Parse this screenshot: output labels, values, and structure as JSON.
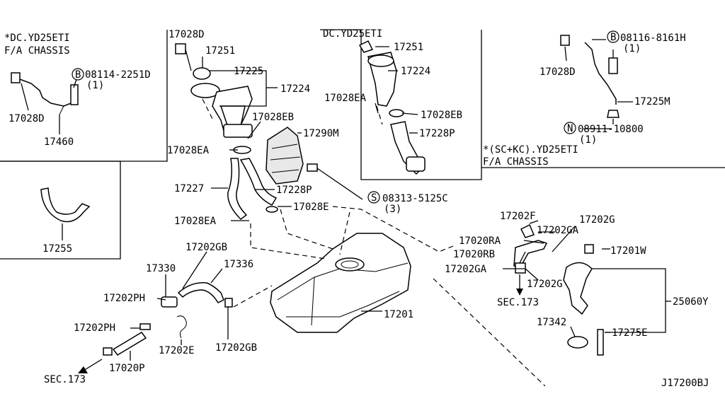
{
  "headers": {
    "left_line1": "*DC.YD25ETI",
    "left_line2": "F/A CHASSIS",
    "middle": "DC.YD25ETI",
    "right_line1": "*(SC+KC).YD25ETI",
    "right_line2": "F/A CHASSIS"
  },
  "symbols": {
    "bolt": "B",
    "screw": "S",
    "nut": "N"
  },
  "labels": {
    "p17028D_a": "17028D",
    "p17460": "17460",
    "p08114": "08114-2251D",
    "p08114_qty": "(1)",
    "p17255": "17255",
    "p17028D_b": "17028D",
    "p17251_a": "17251",
    "p17225": "17225",
    "p17224_a": "17224",
    "p17028EB_a": "17028EB",
    "p17290M": "17290M",
    "p17028EA_a": "17028EA",
    "p17227": "17227",
    "p17228P_a": "17228P",
    "p08313": "08313-5125C",
    "p08313_qty": "(3)",
    "p17028EA_b": "17028EA",
    "p17028E": "17028E",
    "p17251_b": "17251",
    "p17224_b": "17224",
    "p17028EA_c": "17028EA",
    "p17028EB_b": "17028EB",
    "p17228P_b": "17228P",
    "p17028D_c": "17028D",
    "p08116": "08116-8161H",
    "p08116_qty": "(1)",
    "p17225M": "17225M",
    "p08911": "08911-10800",
    "p08911_qty": "(1)",
    "p17202GB_a": "17202GB",
    "p17330": "17330",
    "p17336": "17336",
    "p17202PH_a": "17202PH",
    "p17202PH_b": "17202PH",
    "p17202E": "17202E",
    "p17202GB_b": "17202GB",
    "p17020P": "17020P",
    "sec173_a": "SEC.173",
    "p17201": "17201",
    "p17202F": "17202F",
    "p17202G_a": "17202G",
    "p17020RA": "17020RA",
    "p17202GA_a": "17202GA",
    "p17020RB": "17020RB",
    "p17201W": "17201W",
    "p17202GA_b": "17202GA",
    "p17202G_b": "17202G",
    "sec173_b": "SEC.173",
    "p25060Y": "25060Y",
    "p17342": "17342",
    "p17275E": "17275E",
    "drawing_no": "J17200BJ"
  }
}
